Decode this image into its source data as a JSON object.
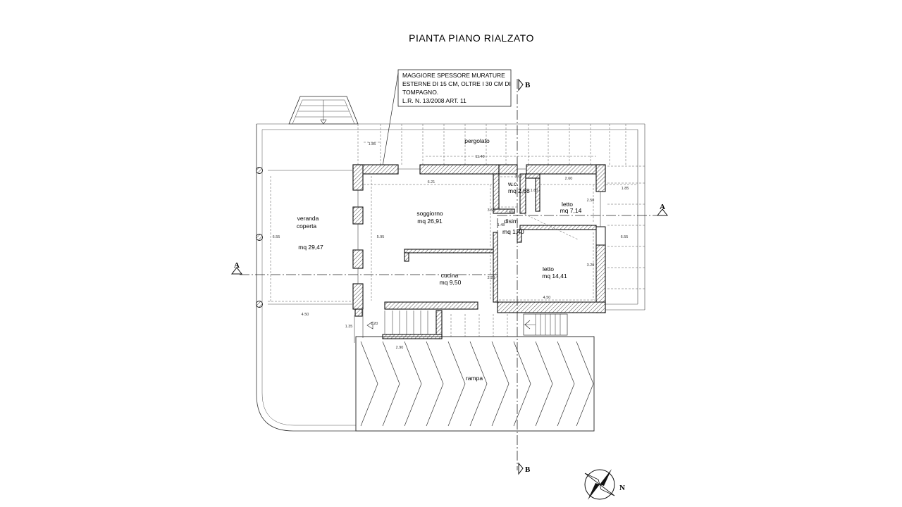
{
  "title": "PIANTA  PIANO  RIALZATO",
  "note": {
    "line1": "MAGGIORE SPESSORE MURATURE",
    "line2": "ESTERNE DI 15 CM, OLTRE I 30 CM DI",
    "line3": "TOMPAGNO.",
    "line4": "L.R. N. 13/2008 ART. 11"
  },
  "sections": {
    "a": "A",
    "b": "B"
  },
  "compass": {
    "north": "N"
  },
  "rooms": {
    "pergolato": "pergolato",
    "veranda_1": "veranda",
    "veranda_2": "coperta",
    "veranda_area": "mq 29,47",
    "soggiorno": "soggiorno",
    "soggiorno_area": "mq 26,91",
    "wc": "w.c.",
    "wc_area": "mq 2,88",
    "letto1": "letto",
    "letto1_area": "mq 7,14",
    "disim": "disim",
    "disim_area": "mq 1,40",
    "cucina": "cucina",
    "cucina_area": "mq 9,50",
    "letto2": "letto",
    "letto2_area": "mq 14,41",
    "rampa": "rampa"
  },
  "dimensions": {
    "d1": "1.85",
    "d2": "11.40",
    "d3": "6.21",
    "d4": "3.02",
    "d5": "2.60",
    "d6": "1.60",
    "d7": "2.50",
    "d8": "1.85",
    "d9": "3.58",
    "d10": "1.60",
    "d11": "1.48",
    "d12": "6.55",
    "d13": "5.95",
    "d14": "6.55",
    "d15": "2.28",
    "d16": "3.20",
    "d17": "4.50",
    "d18": "4.50",
    "d19": "1.35",
    "d20": "1.20",
    "d21": "2.90"
  },
  "colors": {
    "ink": "#111111",
    "paper": "#ffffff"
  }
}
